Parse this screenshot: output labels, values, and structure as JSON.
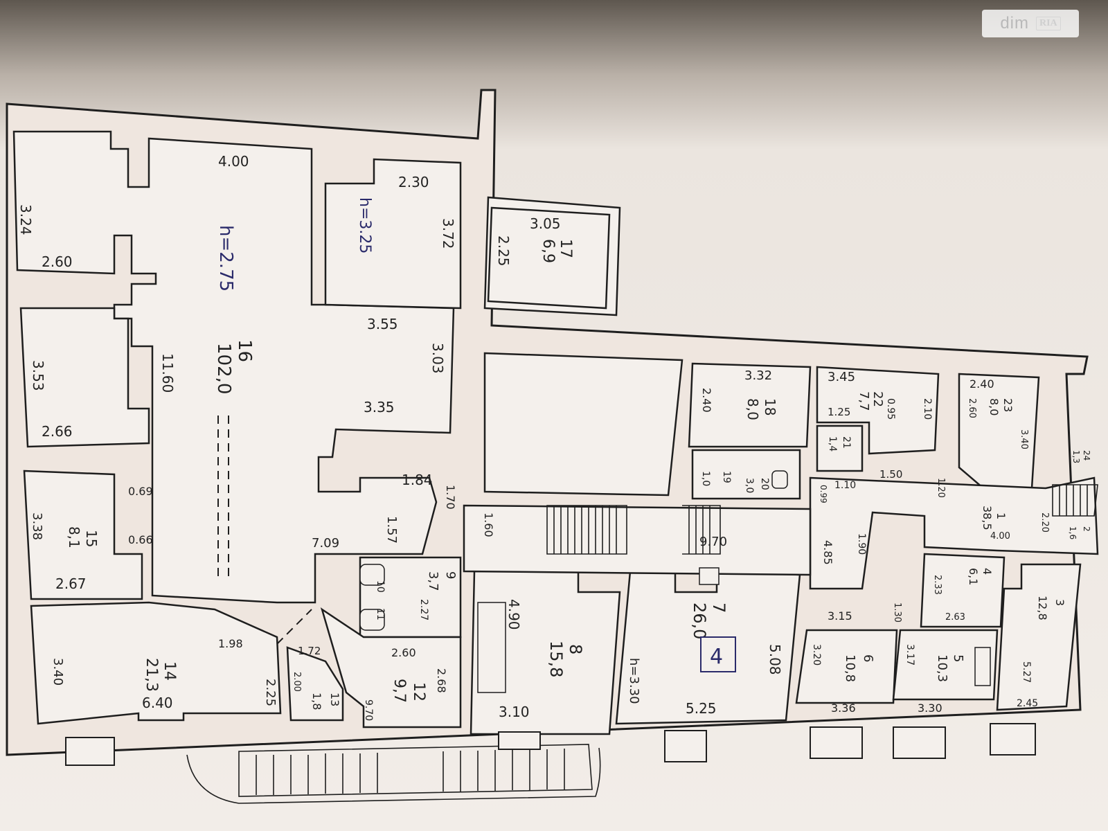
{
  "watermark": {
    "brand": "dim",
    "badge": "RIA"
  },
  "plan": {
    "wall_color": "#efe6df",
    "line_color": "#1e1e1e",
    "paper_color": "#f3eeea",
    "rooms": {
      "r16": {
        "number": "16",
        "area": "102,0",
        "height": "h=2.75",
        "w_top": "4.00",
        "w_left": "11.60"
      },
      "r16a": {
        "h": "h=3.25",
        "w": "2.30",
        "l": "3.72"
      },
      "r17": {
        "number": "17",
        "area": "6,9",
        "top": "3.05",
        "side": "2.25"
      },
      "r15": {
        "number": "15",
        "area": "8,1",
        "side": "3.38",
        "bottom": "2.67",
        "a": "0.69",
        "b": "0.66"
      },
      "r14": {
        "number": "14",
        "area": "21,3",
        "side": "3.40",
        "bottom": "6.40",
        "right": "2.25",
        "diag": "1.98"
      },
      "r13": {
        "number": "13",
        "area": "1,8",
        "a": "1.72",
        "b": "2.00"
      },
      "r12": {
        "number": "12",
        "area": "9,7",
        "a": "2.60",
        "b": "2.68",
        "c": "9.70"
      },
      "r11": {
        "number": "11"
      },
      "r10": {
        "number": "10"
      },
      "r9": {
        "number": "9",
        "area": "3,7",
        "a": "2.27"
      },
      "r8": {
        "number": "8",
        "area": "15,8",
        "a": "4.90",
        "b": "3.10"
      },
      "r7": {
        "number": "7",
        "area": "26,0",
        "h": "h=3.30",
        "w": "5.25",
        "side": "5.08",
        "top": "9.70"
      },
      "r6": {
        "number": "6",
        "area": "10,8",
        "a": "3.20",
        "b": "3.36"
      },
      "r5": {
        "number": "5",
        "area": "10,3",
        "a": "3.17",
        "b": "3.30"
      },
      "r4": {
        "number": "4",
        "area": "6,1",
        "a": "2.33",
        "b": "2.63"
      },
      "r3": {
        "number": "3",
        "area": "12,8",
        "a": "5.27",
        "b": "2.45"
      },
      "r2": {
        "number": "2",
        "area": "1,6"
      },
      "r1": {
        "number": "1",
        "area": "38,5",
        "a": "2.20",
        "b": "4.00"
      },
      "r18": {
        "number": "18",
        "area": "8,0",
        "top": "3.32",
        "side": "2.40"
      },
      "r19": {
        "number": "19",
        "area": "1,0"
      },
      "r20": {
        "number": "20",
        "area": "3,0"
      },
      "r21": {
        "number": "21",
        "area": "1,4",
        "a": "1.25",
        "b": "0.99",
        "c": "1.10"
      },
      "r22": {
        "number": "22",
        "area": "7,7",
        "a": "3.45",
        "b": "0.95",
        "c": "2.10",
        "d": "1.50"
      },
      "r23": {
        "number": "23",
        "area": "8,0",
        "a": "2.40",
        "b": "2.60",
        "c": "3.40",
        "d": "1.20"
      },
      "r24": {
        "number": "24",
        "area": "1,3"
      }
    },
    "misc": {
      "d324": "3.24",
      "d260": "2.60",
      "d353": "3.53",
      "d266": "2.66",
      "d355": "3.55",
      "d303": "3.03",
      "d335": "3.35",
      "d184": "1.84",
      "d170": "1.70",
      "d160": "1.60",
      "d157": "1.57",
      "d709": "7.09",
      "d190": "1.90",
      "d485": "4.85",
      "d315": "3.15",
      "d130": "1.30",
      "symbol": "4"
    }
  }
}
